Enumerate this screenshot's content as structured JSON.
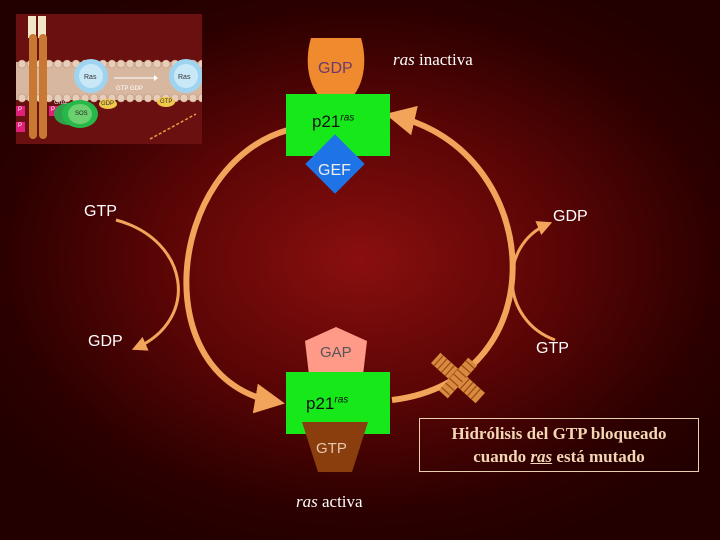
{
  "inset": {
    "ras_left": "Ras",
    "ras_right": "Ras",
    "gtp_gdp": "GTP  GDP",
    "gdp_small": "GDP",
    "gtp_small": "GTP",
    "grb2": "Grb2",
    "sos": "SOS",
    "p1": "P",
    "p2": "P",
    "p3": "P"
  },
  "top": {
    "gdp": "GDP",
    "protein": "p21",
    "protein_sup": "ras",
    "title_italic": "ras",
    "title_rest": " inactiva",
    "gef": "GEF"
  },
  "left": {
    "gtp": "GTP",
    "gdp": "GDP"
  },
  "right": {
    "gdp": "GDP",
    "gtp": "GTP"
  },
  "bottom": {
    "gap": "GAP",
    "protein": "p21",
    "protein_sup": "ras",
    "gtp": "GTP",
    "title_italic": "ras",
    "title_rest": " activa"
  },
  "note": {
    "line1": "Hidrólisis del GTP bloqueado",
    "line2_a": "cuando ",
    "line2_italic": "ras",
    "line2_b": " está mutado"
  },
  "colors": {
    "protein": "#16e81a",
    "arrow": "#f2a55a",
    "gef": "#1e73e6",
    "gap": "#ff9a88",
    "gdp_cap": "#f08a2e",
    "gtp_cup": "#8a3e0e",
    "block": "#d98a40"
  }
}
